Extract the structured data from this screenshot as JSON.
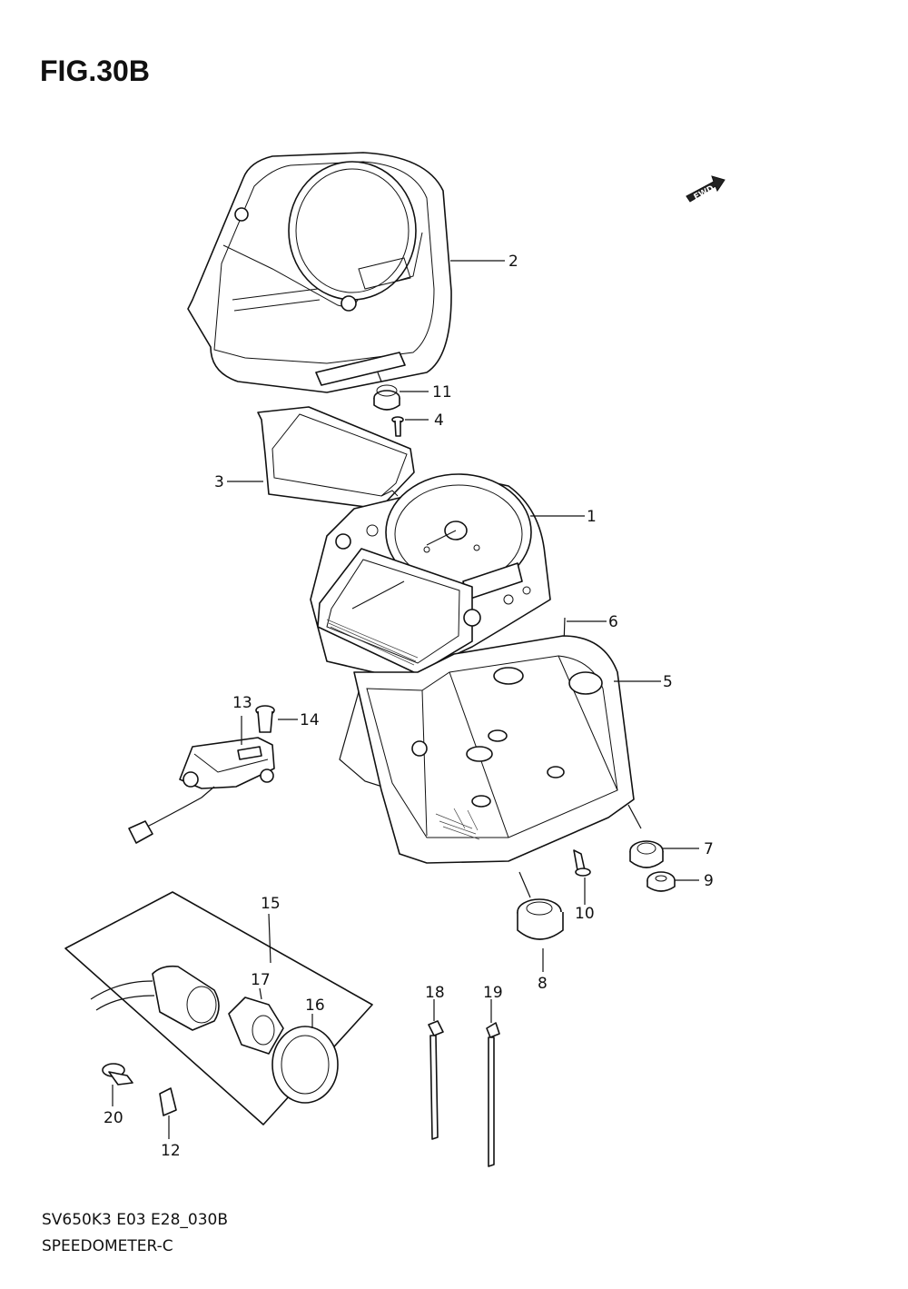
{
  "figure": {
    "title": "FIG.30B",
    "model_code": "SV650K3 E03 E28_030B",
    "caption": "SPEEDOMETER-C",
    "fwd_label": "FWD"
  },
  "callouts": [
    {
      "id": "1",
      "label": "1"
    },
    {
      "id": "2",
      "label": "2"
    },
    {
      "id": "3",
      "label": "3"
    },
    {
      "id": "4",
      "label": "4"
    },
    {
      "id": "5",
      "label": "5"
    },
    {
      "id": "6",
      "label": "6"
    },
    {
      "id": "7",
      "label": "7"
    },
    {
      "id": "8",
      "label": "8"
    },
    {
      "id": "9",
      "label": "9"
    },
    {
      "id": "10",
      "label": "10"
    },
    {
      "id": "11",
      "label": "11"
    },
    {
      "id": "12",
      "label": "12"
    },
    {
      "id": "13",
      "label": "13"
    },
    {
      "id": "14",
      "label": "14"
    },
    {
      "id": "15",
      "label": "15"
    },
    {
      "id": "16",
      "label": "16"
    },
    {
      "id": "17",
      "label": "17"
    },
    {
      "id": "18",
      "label": "18"
    },
    {
      "id": "19",
      "label": "19"
    },
    {
      "id": "20",
      "label": "20"
    }
  ],
  "icons": {
    "fwd": "fwd-arrow-icon"
  }
}
